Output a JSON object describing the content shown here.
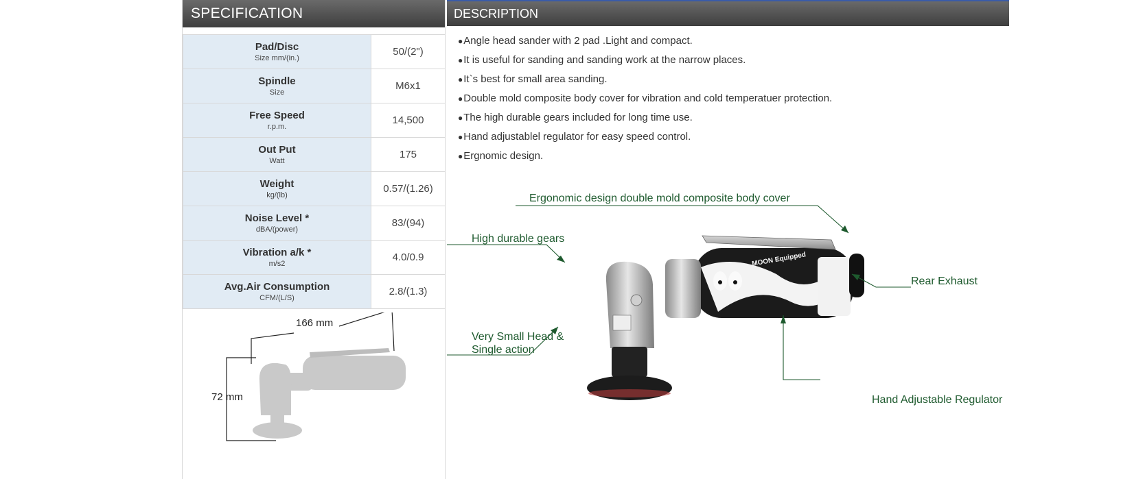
{
  "specification": {
    "title": "SPECIFICATION",
    "rows": [
      {
        "name": "Pad/Disc",
        "unit": "Size mm/(in.)",
        "value": "50/(2\")"
      },
      {
        "name": "Spindle",
        "unit": "Size",
        "value": "M6x1"
      },
      {
        "name": "Free Speed",
        "unit": "r.p.m.",
        "value": "14,500"
      },
      {
        "name": "Out Put",
        "unit": "Watt",
        "value": "175"
      },
      {
        "name": "Weight",
        "unit": "kg/(lb)",
        "value": "0.57/(1.26)"
      },
      {
        "name": "Noise Level *",
        "unit": "dBA/(power)",
        "value": "83/(94)"
      },
      {
        "name": "Vibration a/k *",
        "unit": "m/s2",
        "value": "4.0/0.9"
      },
      {
        "name": "Avg.Air Consumption",
        "unit": "CFM/(L/S)",
        "value": "2.8/(1.3)"
      }
    ],
    "dimension_length": "166 mm",
    "dimension_height": "72 mm"
  },
  "description": {
    "title": "DESCRIPTION",
    "bullet": "●",
    "items": [
      "Angle head sander with 2 pad .Light and compact.",
      "It is useful for sanding and sanding work at the narrow places.",
      "It`s best for small area sanding.",
      "Double mold composite body cover for vibration and cold temperatuer protection.",
      "The high durable gears included for long time use.",
      "Hand adjustablel regulator for easy speed control.",
      "Ergnomic design."
    ]
  },
  "product_image": {
    "callouts": {
      "body_cover": "Ergonomic design double mold composite body cover",
      "gears": "High durable gears",
      "rear_exhaust": "Rear Exhaust",
      "head_line1": "Very Small Head &",
      "head_line2": "Single action",
      "regulator": "Hand Adjustable Regulator"
    },
    "brand_text": "MOON Equipped",
    "callout_color": "#1e5a2e"
  }
}
